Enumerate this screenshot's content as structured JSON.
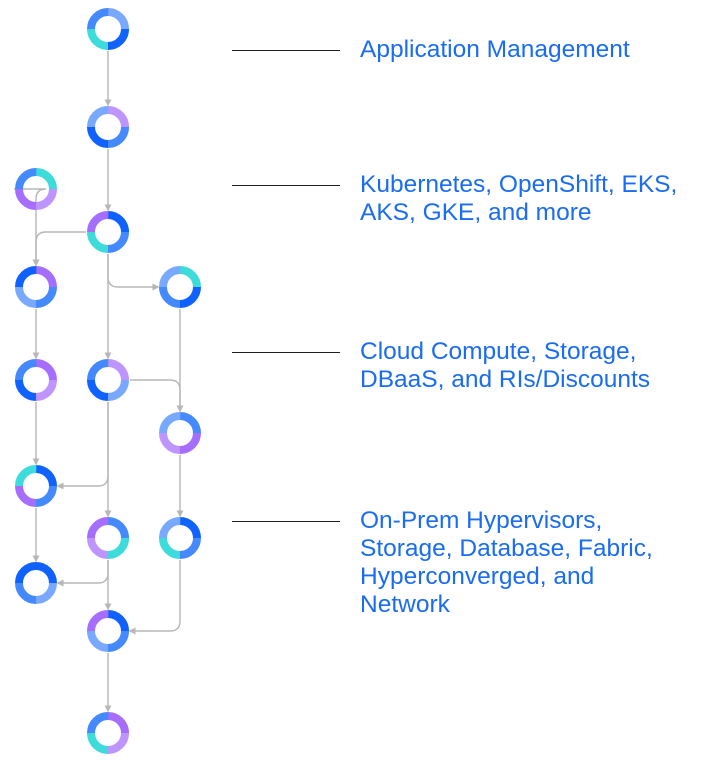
{
  "colors": {
    "accent_text": "#1a6cf2",
    "rule": "#1f1f1f",
    "edge": "#b7b7b7",
    "ring_palette": [
      "#0f62fe",
      "#4589ff",
      "#78a9ff",
      "#a56eff",
      "#be95ff",
      "#3ddbd9",
      "#08bdba"
    ]
  },
  "labels": [
    {
      "id": "application-management",
      "text": "Application Management"
    },
    {
      "id": "kubernetes",
      "text": "Kubernetes, OpenShift, EKS,\nAKS, GKE, and more"
    },
    {
      "id": "cloud",
      "text": "Cloud Compute, Storage,\nDBaaS, and RIs/Discounts"
    },
    {
      "id": "on-prem",
      "text": "On-Prem Hypervisors,\nStorage, Database, Fabric,\nHyperconverged, and\nNetwork"
    }
  ],
  "nodes": [
    {
      "id": "n1",
      "icon": "ring-node-icon"
    },
    {
      "id": "n2",
      "icon": "ring-node-icon"
    },
    {
      "id": "n3",
      "icon": "ring-node-icon"
    },
    {
      "id": "n4",
      "icon": "ring-node-icon"
    },
    {
      "id": "n5",
      "icon": "ring-node-icon"
    },
    {
      "id": "n6",
      "icon": "ring-node-icon"
    },
    {
      "id": "n7",
      "icon": "ring-node-icon"
    },
    {
      "id": "n8",
      "icon": "ring-node-icon"
    },
    {
      "id": "n9",
      "icon": "ring-node-icon"
    },
    {
      "id": "n10",
      "icon": "ring-node-icon"
    },
    {
      "id": "n11",
      "icon": "ring-node-icon"
    },
    {
      "id": "n12",
      "icon": "ring-node-icon"
    },
    {
      "id": "n13",
      "icon": "ring-node-icon"
    },
    {
      "id": "n14",
      "icon": "ring-node-icon"
    },
    {
      "id": "n15",
      "icon": "ring-node-icon"
    }
  ],
  "edges": [
    {
      "from": "n1",
      "to": "n2"
    },
    {
      "from": "n2",
      "to": "n4"
    },
    {
      "from": "n3",
      "to": "n5"
    },
    {
      "from": "n4",
      "to": "n5"
    },
    {
      "from": "n4",
      "to": "n6"
    },
    {
      "from": "n4",
      "to": "n8"
    },
    {
      "from": "n5",
      "to": "n7"
    },
    {
      "from": "n6",
      "to": "n9"
    },
    {
      "from": "n7",
      "to": "n10"
    },
    {
      "from": "n8",
      "to": "n9"
    },
    {
      "from": "n8",
      "to": "n10"
    },
    {
      "from": "n8",
      "to": "n11"
    },
    {
      "from": "n9",
      "to": "n13"
    },
    {
      "from": "n10",
      "to": "n12"
    },
    {
      "from": "n11",
      "to": "n12"
    },
    {
      "from": "n11",
      "to": "n14"
    },
    {
      "from": "n13",
      "to": "n14"
    },
    {
      "from": "n14",
      "to": "n15"
    }
  ]
}
